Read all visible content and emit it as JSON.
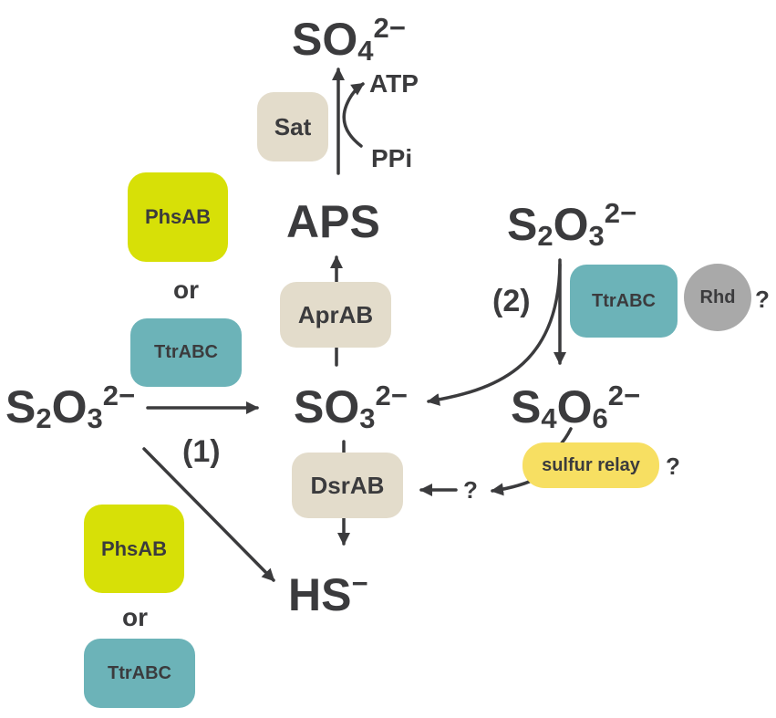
{
  "compounds": {
    "sulfate": {
      "base": "SO",
      "sub": "4",
      "sup": "2−"
    },
    "aps": {
      "text": "APS"
    },
    "thio_left": {
      "s": "S",
      "sub1": "2",
      "o": "O",
      "sub2": "3",
      "sup": "2−"
    },
    "thio_right": {
      "s": "S",
      "sub1": "2",
      "o": "O",
      "sub2": "3",
      "sup": "2−"
    },
    "sulfite": {
      "base": "SO",
      "sub": "3",
      "sup": "2−"
    },
    "tetrathionate": {
      "s": "S",
      "sub1": "4",
      "o": "O",
      "sub2": "6",
      "sup": "2−"
    },
    "sulfide": {
      "base": "HS",
      "sup": "−"
    }
  },
  "enzymes": {
    "sat": "Sat",
    "aprab": "AprAB",
    "dsrab": "DsrAB",
    "phsab_top": "PhsAB",
    "ttrabc_top": "TtrABC",
    "phsab_bottom": "PhsAB",
    "ttrabc_bottom": "TtrABC",
    "ttrabc_right": "TtrABC",
    "rhd": "Rhd",
    "sulfur_relay": "sulfur relay"
  },
  "labels": {
    "atp": "ATP",
    "ppi": "PPi",
    "or_top": "or",
    "or_bottom": "or",
    "path1": "(1)",
    "path2": "(2)",
    "q_rhd": "?",
    "q_relay": "?",
    "q_dsr": "?"
  },
  "colors": {
    "beige": "#e3dccb",
    "green": "#d7e007",
    "teal": "#6cb3b8",
    "gray": "#a9a9a9",
    "yellow": "#f7df62",
    "ink": "#3b3b3d"
  }
}
